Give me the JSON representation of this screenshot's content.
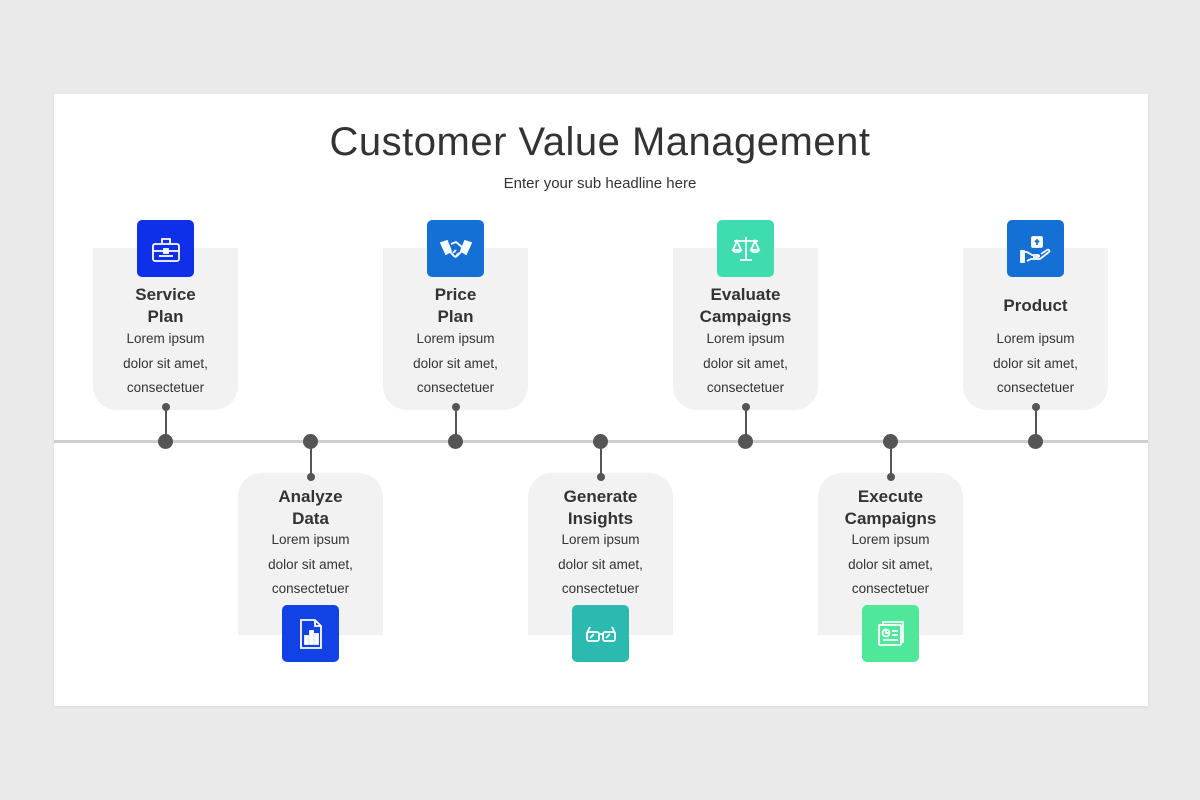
{
  "header": {
    "title": "Customer Value Management",
    "subtitle": "Enter your sub headline here"
  },
  "steps": [
    {
      "title_line1": "Service",
      "title_line2": "Plan",
      "desc": [
        "Lorem ipsum",
        "dolor sit amet,",
        "consectetuer"
      ],
      "icon": "briefcase-icon",
      "color": "#0f2fe8"
    },
    {
      "title_line1": "Analyze",
      "title_line2": "Data",
      "desc": [
        "Lorem ipsum",
        "dolor sit amet,",
        "consectetuer"
      ],
      "icon": "bar-chart-document-icon",
      "color": "#1042e6"
    },
    {
      "title_line1": "Price",
      "title_line2": "Plan",
      "desc": [
        "Lorem ipsum",
        "dolor sit amet,",
        "consectetuer"
      ],
      "icon": "handshake-icon",
      "color": "#1570d6"
    },
    {
      "title_line1": "Generate",
      "title_line2": "Insights",
      "desc": [
        "Lorem ipsum",
        "dolor sit amet,",
        "consectetuer"
      ],
      "icon": "glasses-icon",
      "color": "#2cb9b0"
    },
    {
      "title_line1": "Evaluate",
      "title_line2": "Campaigns",
      "desc": [
        "Lorem ipsum",
        "dolor sit amet,",
        "consectetuer"
      ],
      "icon": "scales-icon",
      "color": "#3fdcb0"
    },
    {
      "title_line1": "Execute",
      "title_line2": "Campaigns",
      "desc": [
        "Lorem ipsum",
        "dolor sit amet,",
        "consectetuer"
      ],
      "icon": "report-document-icon",
      "color": "#4fe89a"
    },
    {
      "title_line1": "Product",
      "title_line2": "",
      "desc": [
        "Lorem ipsum",
        "dolor sit amet,",
        "consectetuer"
      ],
      "icon": "hand-box-icon",
      "color": "#1570d6"
    }
  ],
  "colors": {
    "background": "#ebeaeb",
    "timeline": "#cfcfcf",
    "connector": "#555555",
    "card": "#f2f2f2"
  }
}
